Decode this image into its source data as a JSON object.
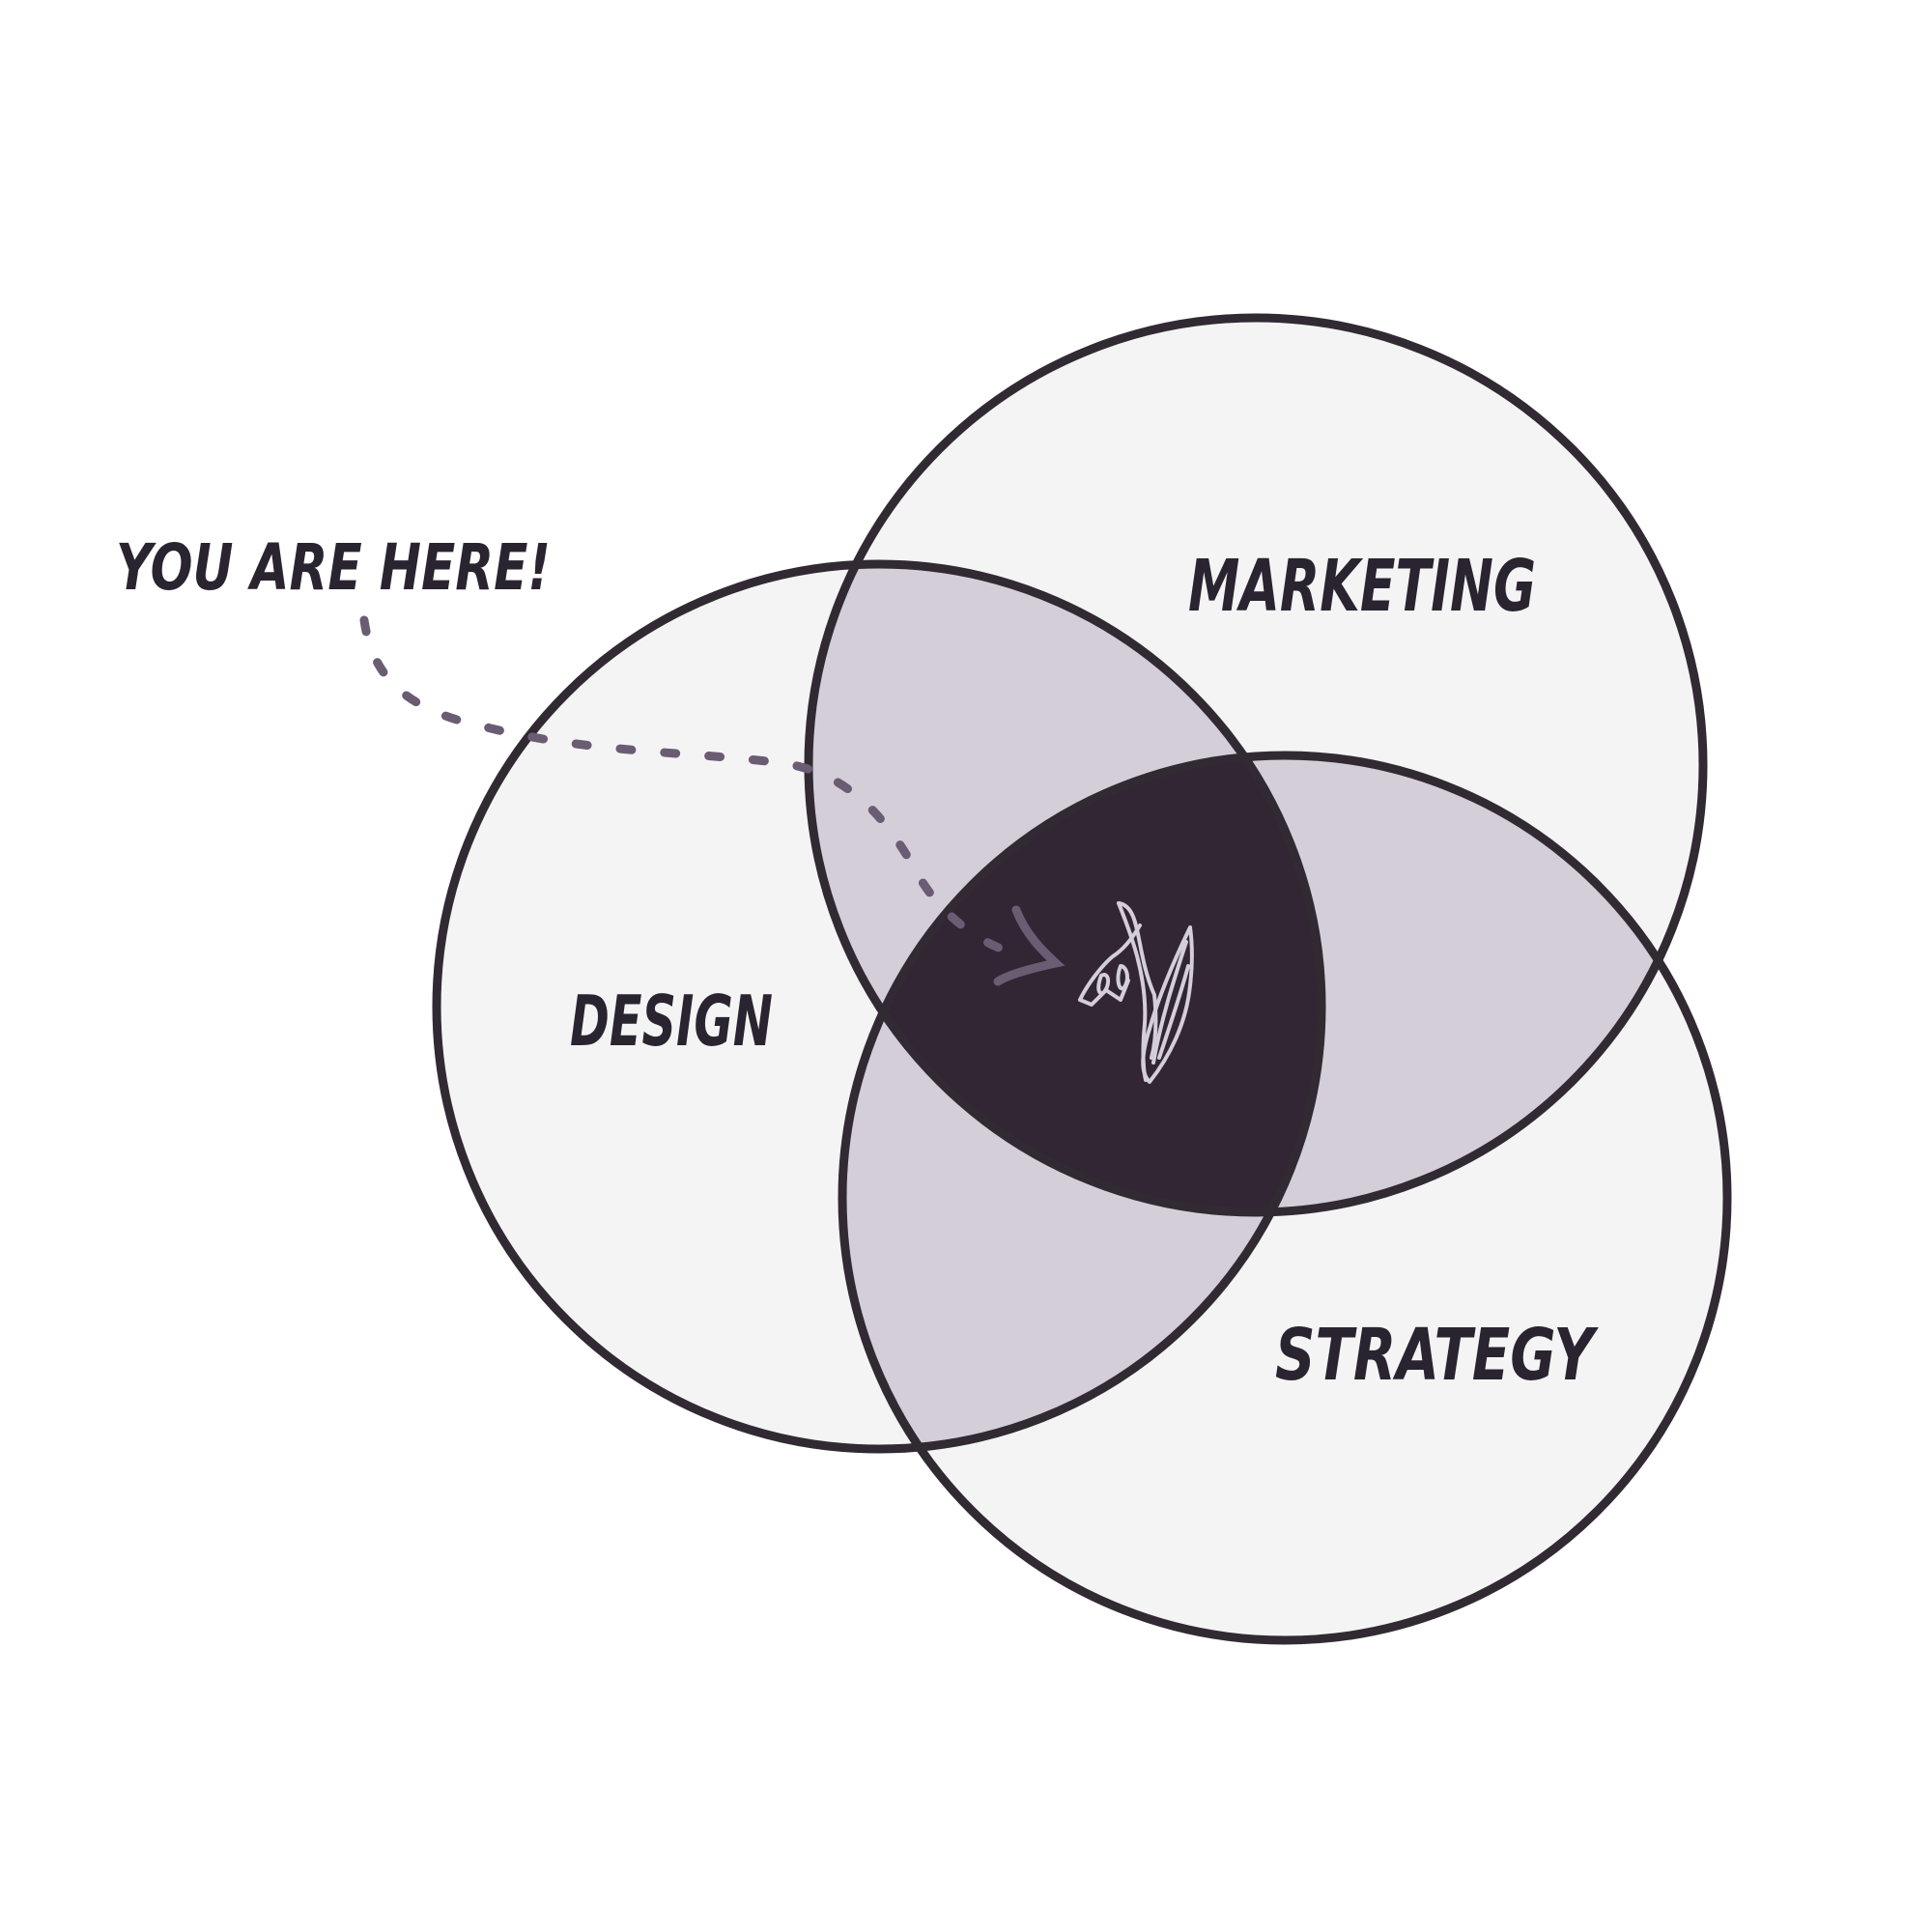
{
  "annotation": {
    "text": "YOU ARE HERE!"
  },
  "circles": [
    {
      "label": "MARKETING"
    },
    {
      "label": "DESIGN"
    },
    {
      "label": "STRATEGY"
    }
  ],
  "colors": {
    "background": "#ffffff",
    "circle_fill": "#f5f4f5",
    "pair_overlap": "#d4ced9",
    "center_overlap": "#322634",
    "outline": "#312a33",
    "dashed_arrow": "#6a5c73",
    "logo": "#d4ced9"
  },
  "icons": {
    "center_mark": "leaf-logo-icon",
    "pointer": "dashed-arrow-icon"
  }
}
